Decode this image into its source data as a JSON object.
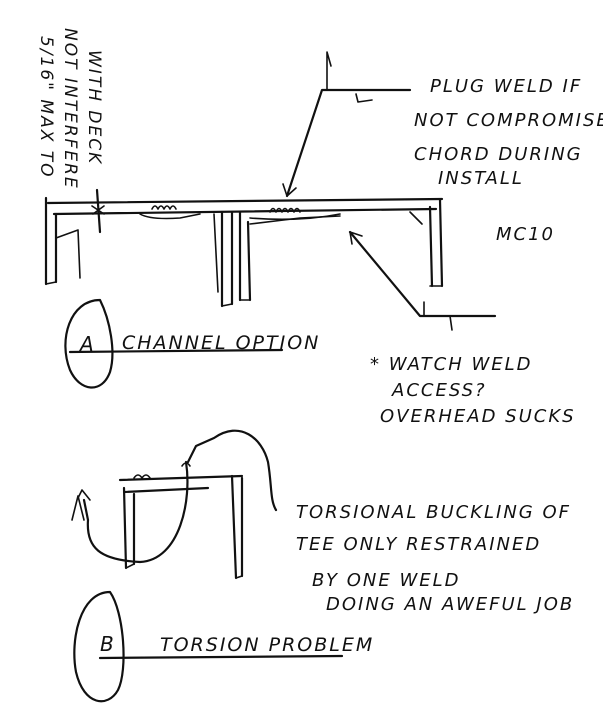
{
  "notes": {
    "plug_weld": [
      "PLUG WELD IF",
      "NOT COMPROMISE",
      "CHORD DURING",
      "INSTALL"
    ],
    "clearance": [
      "5/16\" MAX TO",
      "NOT INTERFERE",
      "WITH DECK"
    ],
    "member": "MC10",
    "option_a_label": "A",
    "option_a_title": "CHANNEL OPTION",
    "weld_access": [
      "* WATCH WELD",
      "ACCESS?",
      "OVERHEAD SUCKS"
    ],
    "torsion_note": [
      "TORSIONAL BUCKLING OF",
      "TEE ONLY RESTRAINED",
      "BY ONE WELD",
      "DOING AN AWEFUL JOB"
    ],
    "option_b_label": "B",
    "option_b_title": "TORSION PROBLEM"
  }
}
